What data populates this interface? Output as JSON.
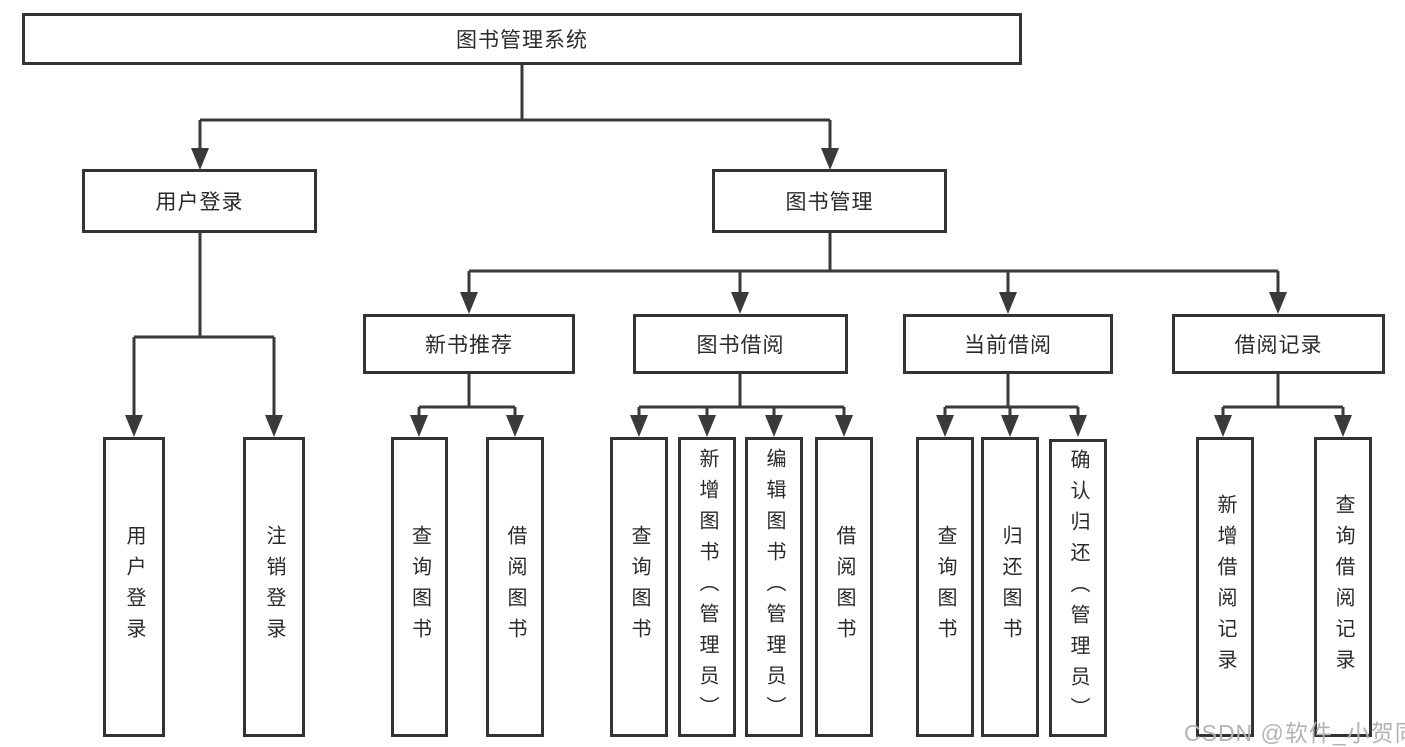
{
  "diagram_title": "图书管理系统",
  "colors": {
    "line": "#3a3a3a",
    "box_border": "#333333",
    "text": "#2a2a2a",
    "watermark": "#b3b3b3",
    "background": "#ffffff"
  },
  "watermark": {
    "text": "CSDN @软件_小贺同学"
  },
  "tree": {
    "label": "图书管理系统",
    "children": [
      {
        "label": "用户登录",
        "children": [
          {
            "label": "用户登录"
          },
          {
            "label": "注销登录"
          }
        ]
      },
      {
        "label": "图书管理",
        "children": [
          {
            "label": "新书推荐",
            "children": [
              {
                "label": "查询图书"
              },
              {
                "label": "借阅图书"
              }
            ]
          },
          {
            "label": "图书借阅",
            "children": [
              {
                "label": "查询图书"
              },
              {
                "label": "新增图书（管理员）"
              },
              {
                "label": "编辑图书（管理员）"
              },
              {
                "label": "借阅图书"
              }
            ]
          },
          {
            "label": "当前借阅",
            "children": [
              {
                "label": "查询图书"
              },
              {
                "label": "归还图书"
              },
              {
                "label": "确认归还（管理员）"
              }
            ]
          },
          {
            "label": "借阅记录",
            "children": [
              {
                "label": "新增借阅记录"
              },
              {
                "label": "查询借阅记录"
              }
            ]
          }
        ]
      }
    ]
  }
}
